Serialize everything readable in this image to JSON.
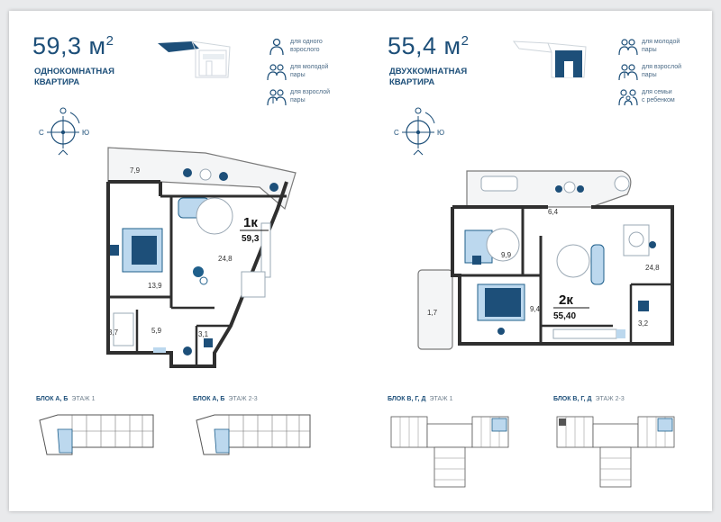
{
  "left": {
    "area": "59,3 м",
    "area_unit": "2",
    "type_line1": "ОДНОКОМНАТНАЯ",
    "type_line2": "КВАРТИРА",
    "audience": [
      {
        "icon": "single-person-icon",
        "line1": "для одного",
        "line2": "взрослого"
      },
      {
        "icon": "young-couple-icon",
        "line1": "для молодой",
        "line2": "пары"
      },
      {
        "icon": "adult-couple-icon",
        "line1": "для взрослой",
        "line2": "пары"
      }
    ],
    "compass": {
      "west": "С",
      "east": "Ю"
    },
    "plan": {
      "code": "1к",
      "total": "59,3",
      "rooms": [
        "7,9",
        "24,8",
        "13,9",
        "3,7",
        "5,9",
        "3,1"
      ]
    },
    "blocks": [
      {
        "name": "БЛОК А, Б",
        "floor": "ЭТАЖ 1"
      },
      {
        "name": "БЛОК А, Б",
        "floor": "ЭТАЖ 2-3"
      }
    ]
  },
  "right": {
    "area": "55,4 м",
    "area_unit": "2",
    "type_line1": "ДВУХКОМНАТНАЯ",
    "type_line2": "КВАРТИРА",
    "audience": [
      {
        "icon": "young-couple-icon",
        "line1": "для молодой",
        "line2": "пары"
      },
      {
        "icon": "adult-couple-icon",
        "line1": "для взрослой",
        "line2": "пары"
      },
      {
        "icon": "family-with-child-icon",
        "line1": "для семьи",
        "line2": "с ребенком"
      }
    ],
    "compass": {
      "west": "С",
      "east": "Ю"
    },
    "plan": {
      "code": "2к",
      "total": "55,40",
      "rooms": [
        "6,4",
        "9,9",
        "24,8",
        "1,7",
        "9,4",
        "3,2"
      ]
    },
    "blocks": [
      {
        "name": "БЛОК В, Г, Д",
        "floor": "ЭТАЖ 1"
      },
      {
        "name": "БЛОК В, Г, Д",
        "floor": "ЭТАЖ 2-3"
      }
    ]
  },
  "colors": {
    "brand": "#1d4f79",
    "accent": "#1f5f8b",
    "light": "#bcd8ee",
    "wall": "#3b3b3b"
  }
}
